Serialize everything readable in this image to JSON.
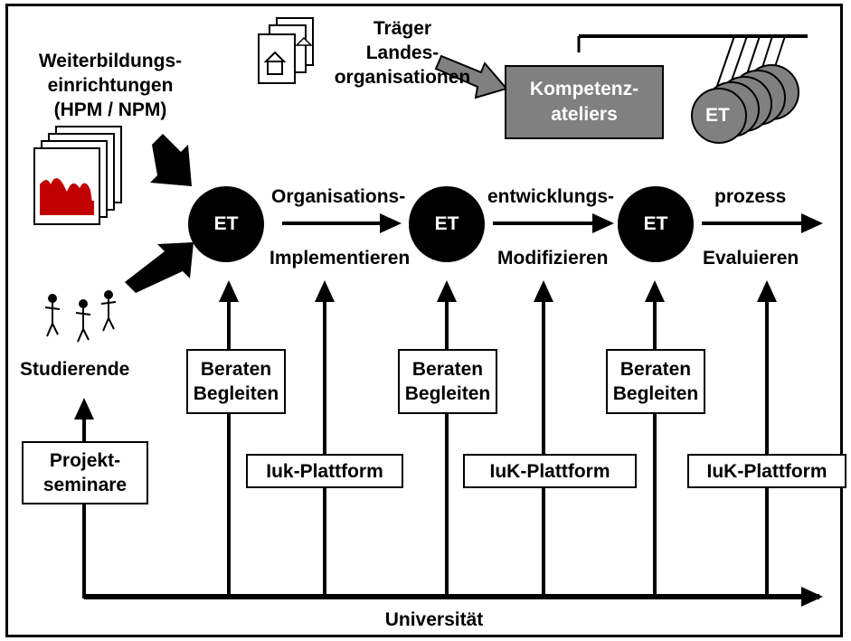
{
  "labels": {
    "weiterbildung_line1": "Weiterbildungs-",
    "weiterbildung_line2": "einrichtungen",
    "weiterbildung_line3": "(HPM / NPM)",
    "traeger_line1": "Träger",
    "traeger_line2": "Landes-",
    "traeger_line3": "organisationen",
    "kompetenz_line1": "Kompetenz-",
    "kompetenz_line2": "ateliers",
    "et": "ET",
    "studierende": "Studierende",
    "organisations": "Organisations-",
    "entwicklungs": "entwicklungs-",
    "prozess": "prozess",
    "implementieren": "Implementieren",
    "modifizieren": "Modifizieren",
    "evaluieren": "Evaluieren",
    "beraten": "Beraten",
    "begleiten": "Begleiten",
    "projekt_line1": "Projekt-",
    "projekt_line2": "seminare",
    "iuk_plattform_1": "Iuk-Plattform",
    "iuk_plattform_2": "IuK-Plattform",
    "iuk_plattform_3": "IuK-Plattform",
    "universitaet": "Universität"
  },
  "colors": {
    "arrow": "#000000",
    "grey_box": "#808080",
    "picture_red": "#c00000",
    "et_circle": "#000000"
  }
}
